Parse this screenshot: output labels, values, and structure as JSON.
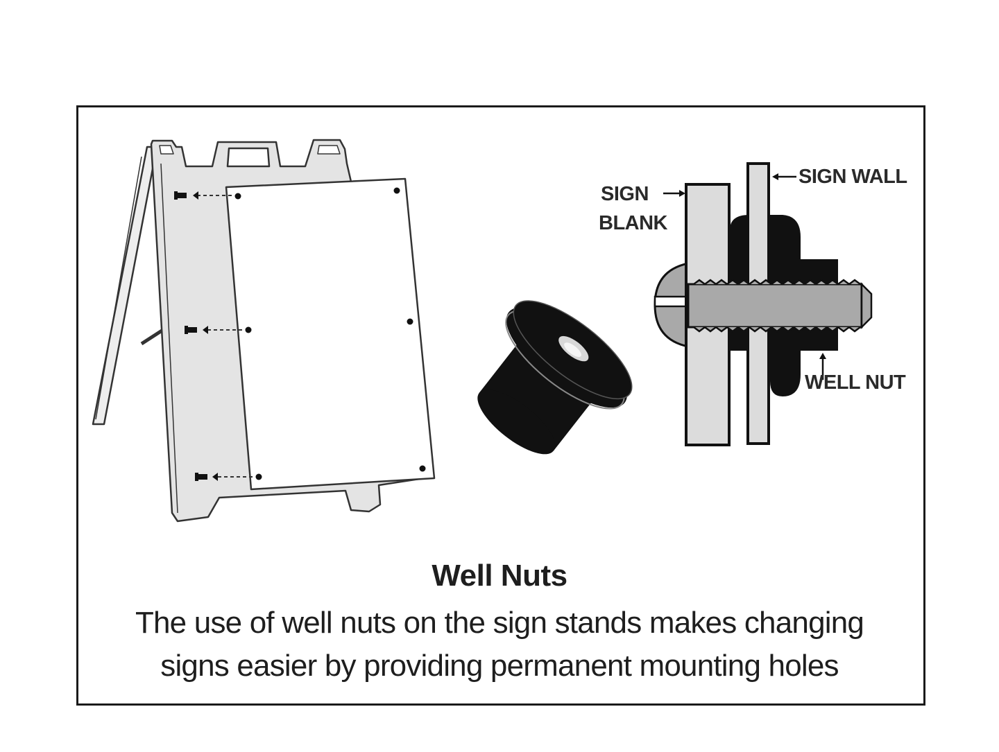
{
  "labels": {
    "sign_blank_line1": "SIGN",
    "sign_blank_line2": "BLANK",
    "sign_wall": "SIGN WALL",
    "well_nut": "WELL NUT"
  },
  "caption": {
    "title": "Well Nuts",
    "body": "The use of well nuts on the sign stands makes changing signs easier by providing permanent mounting holes"
  },
  "colors": {
    "outline": "#1a1a1a",
    "light_fill": "#dcdcdc",
    "dark_fill": "#111111",
    "mid_fill": "#a9a9a9"
  }
}
